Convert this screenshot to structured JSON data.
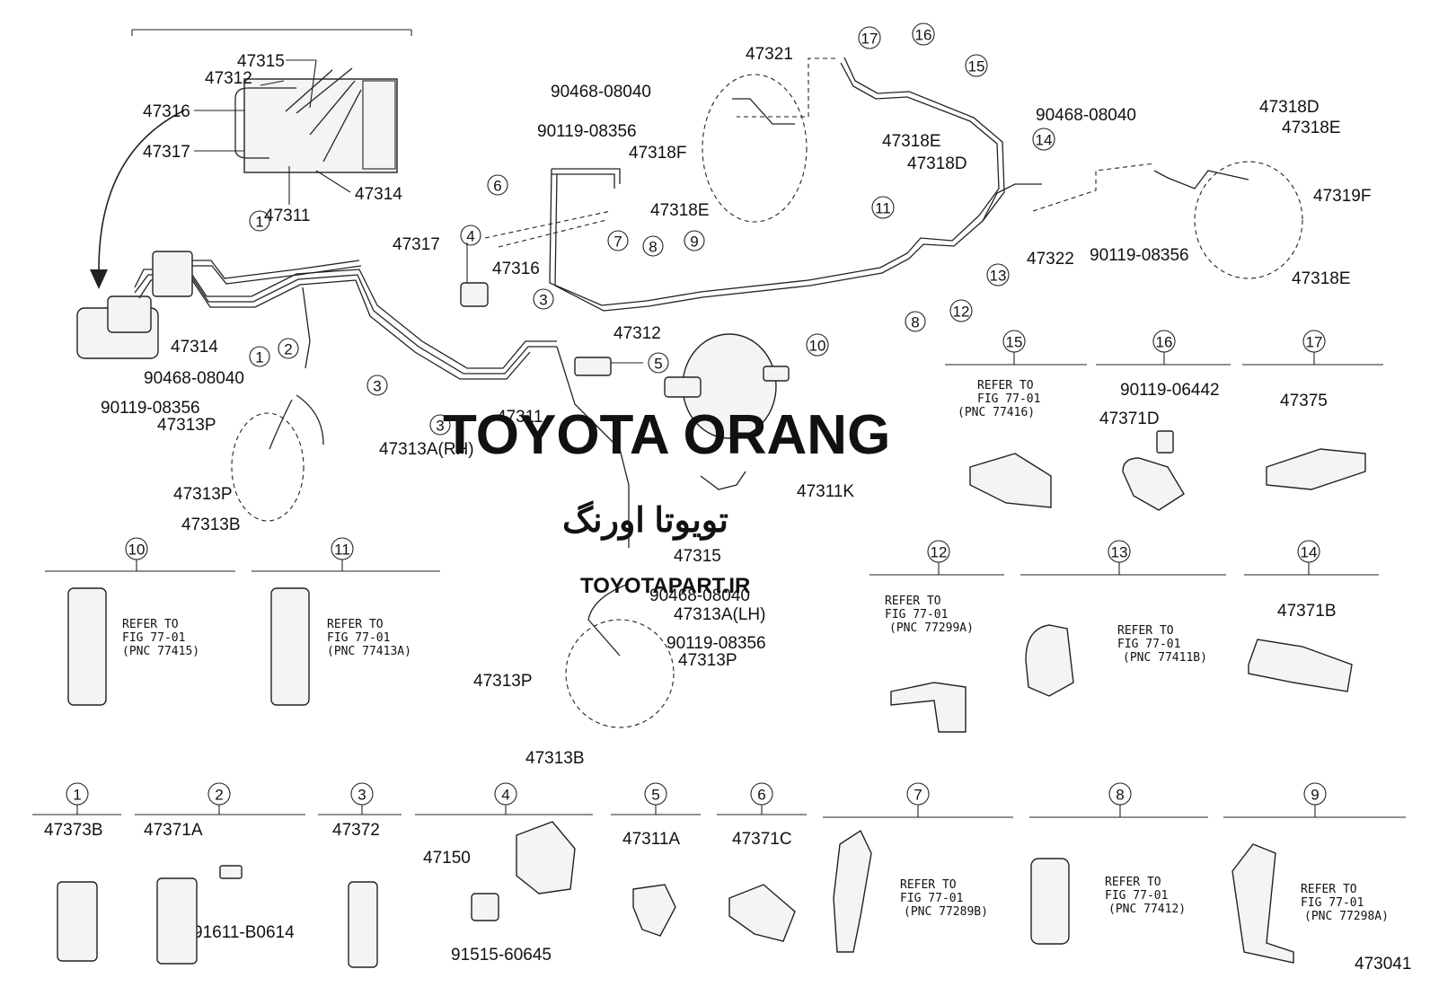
{
  "diagram_code": "473041",
  "watermark": {
    "brand": "TOYOTA ORANG",
    "brand_fa": "تویوتا اورنگ",
    "site": "TOYOTAPART.IR",
    "color": "#e8888e"
  },
  "labels": {
    "l47315_top": "47315",
    "l47312_top": "47312",
    "l47316_left": "47316",
    "l47317_left": "47317",
    "l47314_top": "47314",
    "l47311_top": "47311",
    "l47314_mid": "47314",
    "l47317_mid": "47317",
    "l47316_mid": "47316",
    "l47312_mid": "47312",
    "l47311_mid": "47311",
    "l90468_a": "90468-08040",
    "l90119_a": "90119-08356",
    "l47313P_a": "47313P",
    "l47313A_rh": "47313A(RH)",
    "l47313P_b": "47313P",
    "l47313B_a": "47313B",
    "l47321": "47321",
    "l90468_b": "90468-08040",
    "l90119_b": "90119-08356",
    "l47318F": "47318F",
    "l47318E_a": "47318E",
    "l47318D_a": "47318D",
    "l47318E_b": "47318E",
    "l90468_c": "90468-08040",
    "l47318D_b": "47318D",
    "l47318E_c": "47318E",
    "l47319F": "47319F",
    "l47322": "47322",
    "l90119_c": "90119-08356",
    "l47318E_d": "47318E",
    "l47311K": "47311K",
    "l47315_mid": "47315",
    "l90468_d": "90468-08040",
    "l47313A_lh": "47313A(LH)",
    "l90119_d": "90119-08356",
    "l47313P_c": "47313P",
    "l47313P_d": "47313P",
    "l47313B_b": "47313B"
  },
  "callouts": {
    "c1a": "1",
    "c1b": "1",
    "c2a": "2",
    "c3a": "3",
    "c3b": "3",
    "c3c": "3",
    "c4a": "4",
    "c5a": "5",
    "c6a": "6",
    "c7a": "7",
    "c8a": "8",
    "c8b": "8",
    "c9a": "9",
    "c10a": "10",
    "c11a": "11",
    "c12a": "12",
    "c13a": "13",
    "c14a": "14",
    "c15a": "15",
    "c16a": "16",
    "c17a": "17"
  },
  "details": {
    "d1": {
      "num": "1",
      "part": "47373B",
      "sub": ""
    },
    "d2": {
      "num": "2",
      "part": "47371A",
      "sub": "91611-B0614"
    },
    "d3": {
      "num": "3",
      "part": "47372",
      "sub": ""
    },
    "d4": {
      "num": "4",
      "part": "47150",
      "sub": "91515-60645"
    },
    "d5": {
      "num": "5",
      "part": "47311A",
      "sub": ""
    },
    "d6": {
      "num": "6",
      "part": "47371C",
      "sub": ""
    },
    "d7": {
      "num": "7",
      "ref1": "REFER TO",
      "ref2": "FIG 77-01",
      "ref3": "(PNC 77289B)"
    },
    "d8": {
      "num": "8",
      "ref1": "REFER TO",
      "ref2": "FIG 77-01",
      "ref3": "(PNC 77412)"
    },
    "d9": {
      "num": "9",
      "ref1": "REFER TO",
      "ref2": "FIG 77-01",
      "ref3": "(PNC 77298A)"
    },
    "d10": {
      "num": "10",
      "ref1": "REFER TO",
      "ref2": "FIG 77-01",
      "ref3": "(PNC 77415)"
    },
    "d11": {
      "num": "11",
      "ref1": "REFER TO",
      "ref2": "FIG 77-01",
      "ref3": "(PNC 77413A)"
    },
    "d12": {
      "num": "12",
      "ref1": "REFER TO",
      "ref2": "FIG 77-01",
      "ref3": "(PNC 77299A)"
    },
    "d13": {
      "num": "13",
      "ref1": "REFER TO",
      "ref2": "FIG 77-01",
      "ref3": "(PNC 77411B)"
    },
    "d14": {
      "num": "14",
      "part": "47371B"
    },
    "d15": {
      "num": "15",
      "ref1": "REFER TO",
      "ref2": "FIG 77-01",
      "ref3": "(PNC 77416)"
    },
    "d16": {
      "num": "16",
      "part": "47371D",
      "sub": "90119-06442"
    },
    "d17": {
      "num": "17",
      "part": "47375"
    }
  }
}
